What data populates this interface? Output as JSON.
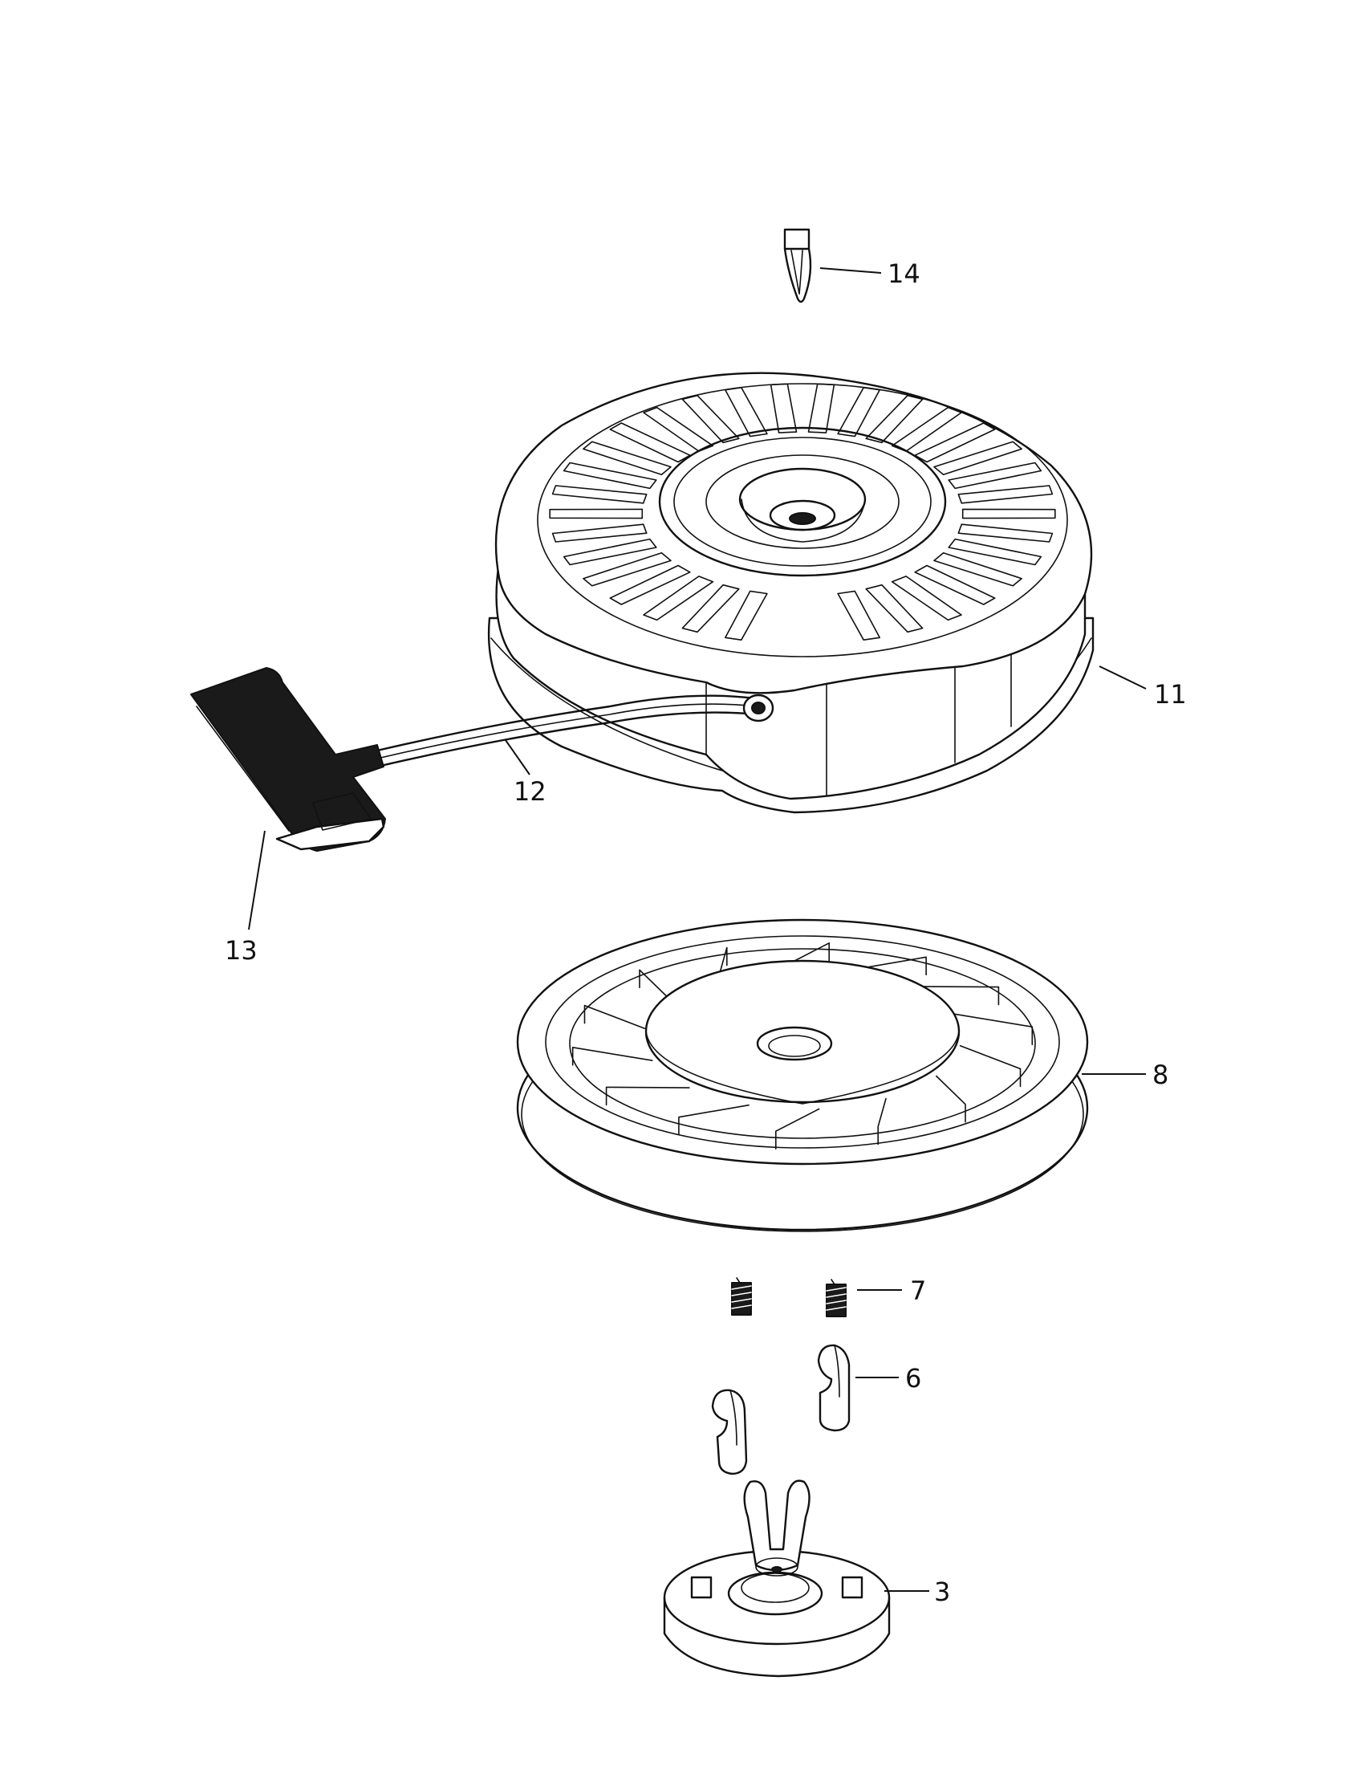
{
  "parts": [
    {
      "id": "part-14",
      "label": "14"
    },
    {
      "id": "part-11",
      "label": "11"
    },
    {
      "id": "part-12",
      "label": "12"
    },
    {
      "id": "part-13",
      "label": "13"
    },
    {
      "id": "part-8",
      "label": "8"
    },
    {
      "id": "part-7",
      "label": "7"
    },
    {
      "id": "part-6",
      "label": "6"
    },
    {
      "id": "part-3",
      "label": "3"
    }
  ]
}
